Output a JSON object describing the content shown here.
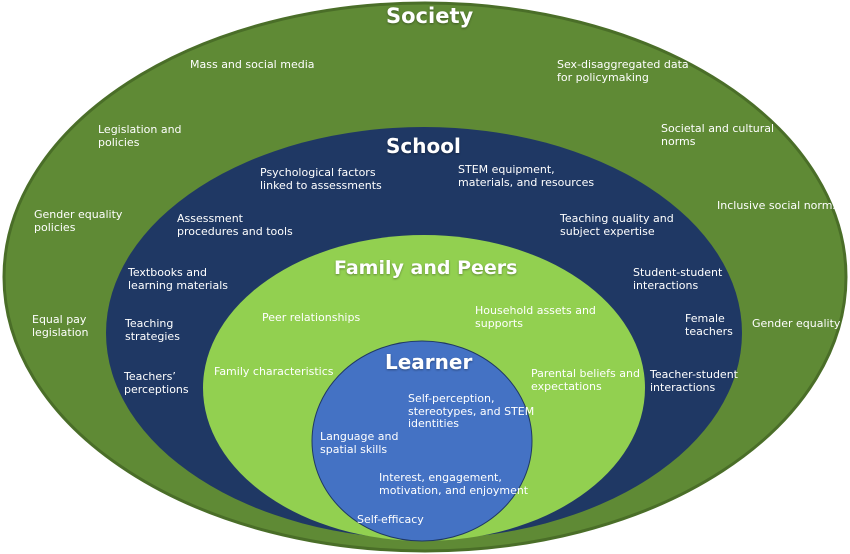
{
  "colors": {
    "society": "#5f8a35",
    "society_edge": "#4a6e28",
    "school": "#1f3864",
    "family": "#92d050",
    "learner": "#4472c4",
    "text": "#ffffff"
  },
  "society": {
    "title": "Society",
    "items": [
      "Mass and social media",
      "Sex-disaggregated data\nfor policymaking",
      "Legislation and\npolicies",
      "Societal and cultural\nnorms",
      "Gender equality\npolicies",
      "Inclusive social norms",
      "Equal pay\nlegislation",
      "Gender equality"
    ]
  },
  "school": {
    "title": "School",
    "items": [
      "Psychological factors\nlinked to assessments",
      "STEM equipment,\nmaterials, and resources",
      "Assessment\nprocedures and tools",
      "Teaching quality and\nsubject expertise",
      "Textbooks and\nlearning materials",
      "Student-student\ninteractions",
      "Teaching\nstrategies",
      "Female\nteachers",
      "Teachers’\nperceptions",
      "Teacher-student\ninteractions"
    ]
  },
  "family": {
    "title": "Family and Peers",
    "items": [
      "Peer relationships",
      "Household assets and\nsupports",
      "Family characteristics",
      "Parental beliefs and\nexpectations"
    ]
  },
  "learner": {
    "title": "Learner",
    "items": [
      "Self-perception,\nstereotypes, and STEM\nidentities",
      "Language and\nspatial skills",
      "Interest, engagement,\nmotivation, and enjoyment",
      "Self-efficacy"
    ]
  }
}
